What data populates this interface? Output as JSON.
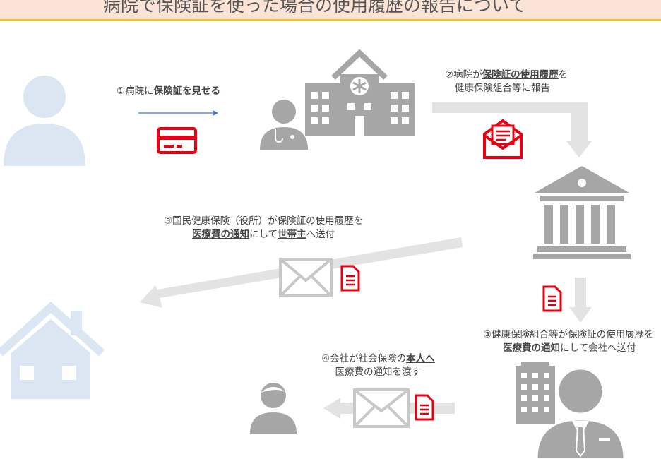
{
  "title": "病院で保険証を使った場合の使用履歴の報告について",
  "step1": {
    "a": "①病院に",
    "b": "保険証を見せる"
  },
  "step2": {
    "a": "②病院が",
    "b": "保険証の使用履歴",
    "c": "を",
    "line2": "健康保険組合等に報告"
  },
  "step3a": {
    "line1": "③国民健康保険（役所）が保険証の使用履歴を",
    "b1": "医療費の通知",
    "m": "にして",
    "b2": "世帯主",
    "e": "へ送付"
  },
  "step3b": {
    "line1": "③健康保険組合等が保険証の使用履歴を",
    "b1": "医療費の通知",
    "e": "にして会社へ送付"
  },
  "step4": {
    "a": "④会社が社会保険の",
    "b": "本人へ",
    "line2": "医療費の通知を渡す"
  },
  "colors": {
    "red": "#e60012",
    "gray": "#a6a6a6",
    "lightgray": "#e0e0e0",
    "lightblue": "#dce6f2",
    "blue": "#4472c4"
  }
}
